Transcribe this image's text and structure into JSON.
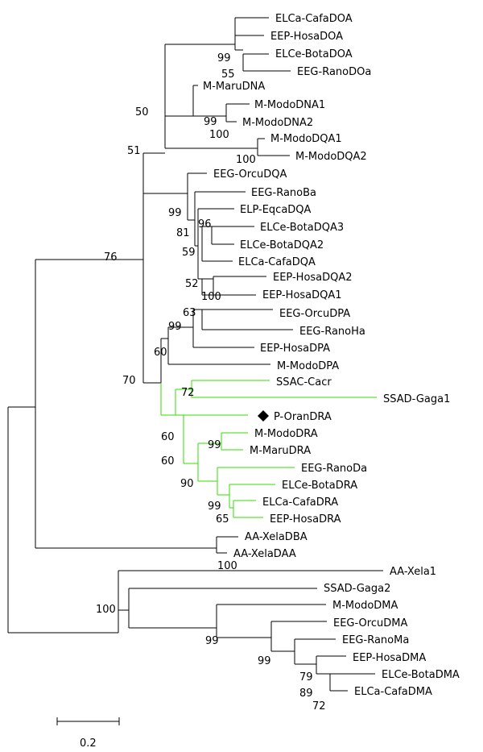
{
  "colors": {
    "branch": "#000000",
    "highlight": "#33dd00",
    "text": "#000000"
  },
  "leaves": [
    {
      "label": "ELCa-CafaDOA"
    },
    {
      "label": "EEP-HosaDOA"
    },
    {
      "label": "ELCe-BotaDOA"
    },
    {
      "label": "EEG-RanoDOa"
    },
    {
      "label": "M-MaruDNA"
    },
    {
      "label": "M-ModoDNA1"
    },
    {
      "label": "M-ModoDNA2"
    },
    {
      "label": "M-ModoDQA1"
    },
    {
      "label": "M-ModoDQA2"
    },
    {
      "label": "EEG-OrcuDQA"
    },
    {
      "label": "EEG-RanoBa"
    },
    {
      "label": "ELP-EqcaDQA"
    },
    {
      "label": "ELCe-BotaDQA3"
    },
    {
      "label": "ELCe-BotaDQA2"
    },
    {
      "label": "ELCa-CafaDQA"
    },
    {
      "label": "EEP-HosaDQA2"
    },
    {
      "label": "EEP-HosaDQA1"
    },
    {
      "label": "EEG-OrcuDPA"
    },
    {
      "label": "EEG-RanoHa"
    },
    {
      "label": "EEP-HosaDPA"
    },
    {
      "label": "M-ModoDPA"
    },
    {
      "label": "SSAC-Cacr"
    },
    {
      "label": "SSAD-Gaga1"
    },
    {
      "label": "P-OranDRA",
      "marker": "diamond"
    },
    {
      "label": "M-ModoDRA"
    },
    {
      "label": "M-MaruDRA"
    },
    {
      "label": "EEG-RanoDa"
    },
    {
      "label": "ELCe-BotaDRA"
    },
    {
      "label": "ELCa-CafaDRA"
    },
    {
      "label": "EEP-HosaDRA"
    },
    {
      "label": "AA-XelaDBA"
    },
    {
      "label": "AA-XelaDAA"
    },
    {
      "label": "AA-Xela1"
    },
    {
      "label": "SSAD-Gaga2"
    },
    {
      "label": "M-ModoDMA"
    },
    {
      "label": "EEG-OrcuDMA"
    },
    {
      "label": "EEG-RanoMa"
    },
    {
      "label": "EEP-HosaDMA"
    },
    {
      "label": "ELCe-BotaDMA"
    },
    {
      "label": "ELCa-CafaDMA"
    }
  ],
  "bootstrap": [
    "99",
    "55",
    "50",
    "99",
    "100",
    "100",
    "51",
    "99",
    "96",
    "81",
    "59",
    "52",
    "100",
    "76",
    "63",
    "99",
    "60",
    "70",
    "72",
    "60",
    "60",
    "99",
    "90",
    "99",
    "65",
    "100",
    "100",
    "99",
    "99",
    "79",
    "89",
    "72"
  ],
  "scale_bar": {
    "label": "0.2",
    "length": 0.2
  }
}
